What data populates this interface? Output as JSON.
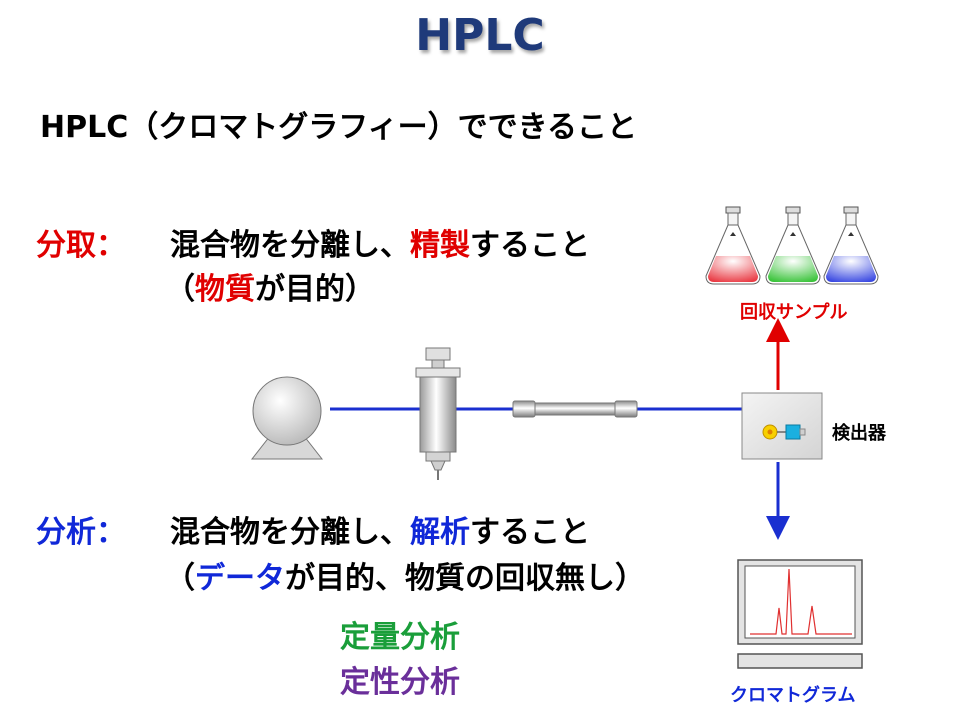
{
  "title": "HPLC",
  "subtitle": "HPLC（クロマトグラフィー）でできること",
  "preparative": {
    "label": "分取：",
    "desc_a": "混合物を分離し、",
    "desc_hl": "精製",
    "desc_b": "すること",
    "paren_open": "（",
    "paren_hl": "物質",
    "paren_close": "が目的）"
  },
  "analytical": {
    "label": "分析：",
    "desc_a": "混合物を分離し、",
    "desc_hl": "解析",
    "desc_b": "すること",
    "paren_open": "（",
    "paren_hl": "データ",
    "paren_close": "が目的、物質の回収無し）"
  },
  "methods": {
    "quantitative": "定量分析",
    "qualitative": "定性分析"
  },
  "diagram": {
    "recovered_sample_label": "回収サンプル",
    "detector_label": "検出器",
    "chromatogram_label": "クロマトグラム",
    "colors": {
      "flow_line": "#1a2fd0",
      "arrow_up": "#e00000",
      "arrow_down": "#1a2fd0",
      "flask_red": "#e8303a",
      "flask_green": "#30c030",
      "flask_blue": "#3040e0",
      "peak": "#e03030",
      "sensor_yellow": "#f8d000",
      "sensor_cyan": "#1ab0e0"
    }
  }
}
